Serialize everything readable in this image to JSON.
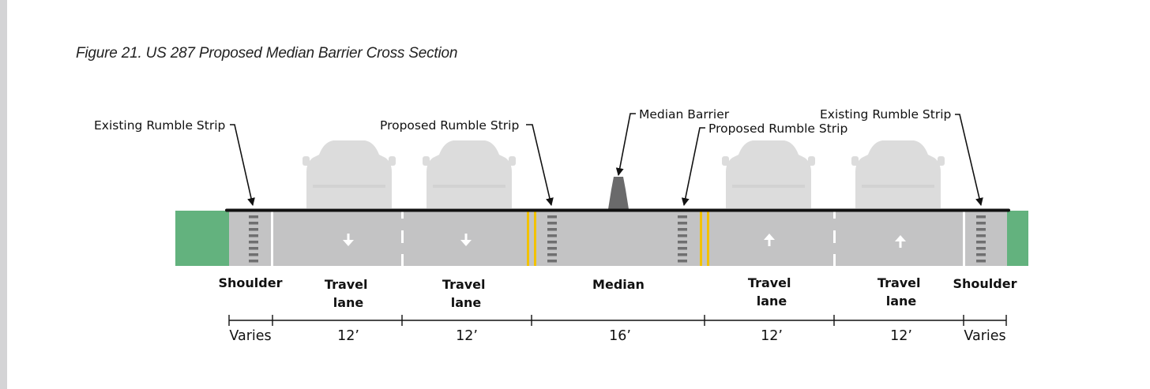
{
  "figure": {
    "title": "Figure 21. US 287 Proposed Median Barrier Cross Section"
  },
  "callouts": {
    "existing_left": "Existing Rumble Strip",
    "proposed_left": "Proposed Rumble Strip",
    "median_barrier": "Median Barrier",
    "proposed_right": "Proposed Rumble Strip",
    "existing_right": "Existing Rumble Strip"
  },
  "segments": {
    "shoulder_left": [
      "Shoulder"
    ],
    "lane1": [
      "Travel",
      "lane"
    ],
    "lane2": [
      "Travel",
      "lane"
    ],
    "median": [
      "Median"
    ],
    "lane3": [
      "Travel",
      "lane"
    ],
    "lane4": [
      "Travel",
      "lane"
    ],
    "shoulder_right": [
      "Shoulder"
    ]
  },
  "dimensions": {
    "shoulder_left": "Varies",
    "lane1": "12’",
    "lane2": "12’",
    "median": "16’",
    "lane3": "12’",
    "lane4": "12’",
    "shoulder_right": "Varies"
  },
  "lane_directions": {
    "lane1": "down",
    "lane2": "down",
    "lane3": "up",
    "lane4": "up"
  },
  "colors": {
    "pavement": "#c3c3c4",
    "grass": "#63b27e",
    "striping": "#f2c200",
    "rumble_strip": "#6f6f70",
    "barrier": "#6a6a6b",
    "vehicle": "#dcdcdc"
  },
  "icons": [
    "car-icon",
    "arrow-down-icon",
    "arrow-up-icon",
    "median-barrier-icon",
    "rumble-strip-icon"
  ]
}
